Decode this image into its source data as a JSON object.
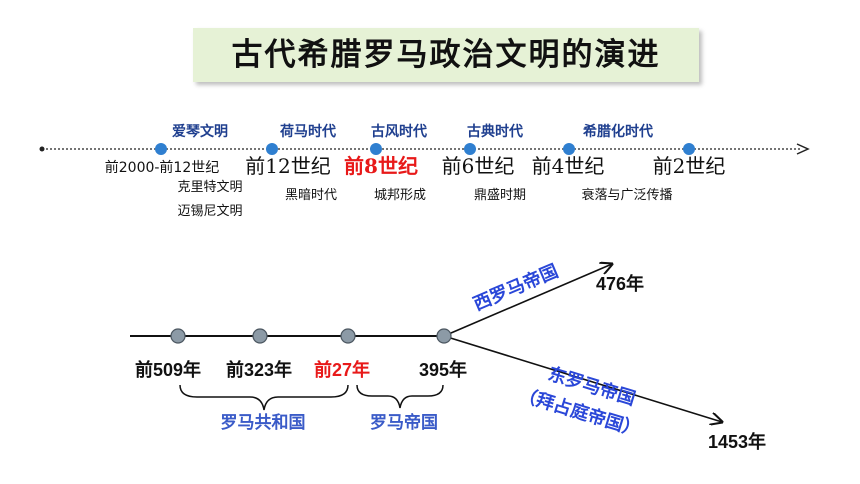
{
  "title": "古代希腊罗马政治文明的演进",
  "greek_timeline": {
    "eras": [
      "爱琴文明",
      "荷马时代",
      "古风时代",
      "古典时代",
      "希腊化时代"
    ],
    "dates": [
      "前2000-前12世纪",
      "前12世纪",
      "前8世纪",
      "前6世纪",
      "前4世纪",
      "前2世纪"
    ],
    "notes": [
      "克里特文明",
      "迈锡尼文明",
      "黑暗时代",
      "城邦形成",
      "鼎盛时期",
      "衰落与广泛传播"
    ]
  },
  "roman_timeline": {
    "dates": [
      "前509年",
      "前323年",
      "前27年",
      "395年"
    ],
    "periods": [
      "罗马共和国",
      "罗马帝国"
    ],
    "west_label": "西罗马帝国",
    "west_end": "476年",
    "east_label": "东罗马帝国",
    "east_label_sub": "（拜占庭帝国）",
    "east_end": "1453年"
  },
  "colors": {
    "highlight": "#e81919",
    "era_blue": "#1f3f8f",
    "dot_blue": "#2f7fd0",
    "label_blue": "#2a47d8",
    "title_bg": "#e6f2d6"
  }
}
